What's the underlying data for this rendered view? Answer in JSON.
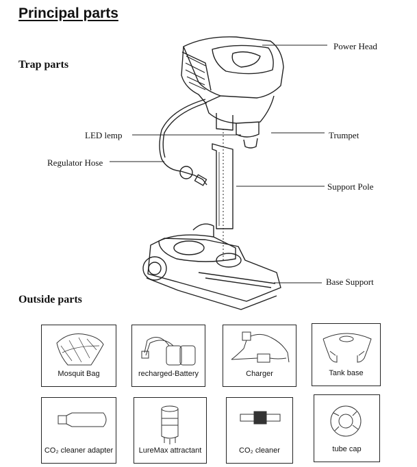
{
  "title": "Principal parts",
  "sections": {
    "trap": "Trap parts",
    "outside": "Outside parts"
  },
  "callouts": {
    "power_head": "Power Head",
    "led": "LED lemp",
    "trumpet": "Trumpet",
    "hose": "Regulator Hose",
    "pole": "Support Pole",
    "base": "Base Support"
  },
  "outside_parts": [
    "Mosquit Bag",
    "recharged-Battery",
    "Charger",
    "Tank base",
    "CO₂ cleaner adapter",
    "LureMax attractant",
    "CO₂ cleaner",
    "tube cap"
  ]
}
